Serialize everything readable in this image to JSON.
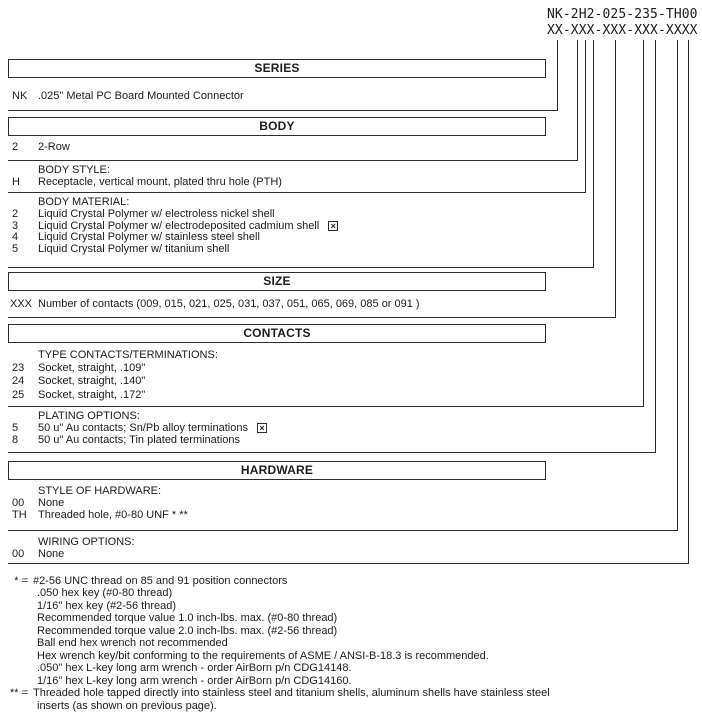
{
  "part_number": {
    "value": "NK-2H2-025-235-TH00",
    "mask": "XX-XXX-XXX-XXX-XXXX"
  },
  "icons": {
    "x_box": "×"
  },
  "sections": [
    {
      "title": "SERIES",
      "groups": [
        {
          "rows": [
            {
              "code": "NK",
              "desc": ".025\" Metal PC Board Mounted Connector"
            }
          ]
        }
      ]
    },
    {
      "title": "BODY",
      "groups": [
        {
          "rows": [
            {
              "code": "2",
              "desc": "2-Row"
            }
          ]
        },
        {
          "label": "BODY STYLE:",
          "rows": [
            {
              "code": "H",
              "desc": "Receptacle, vertical mount, plated thru hole (PTH)"
            }
          ]
        },
        {
          "label": "BODY MATERIAL:",
          "rows": [
            {
              "code": "2",
              "desc": "Liquid Crystal Polymer w/ electroless nickel shell"
            },
            {
              "code": "3",
              "desc": "Liquid Crystal Polymer w/ electrodeposited cadmium shell",
              "marker": "x-box"
            },
            {
              "code": "4",
              "desc": "Liquid Crystal Polymer w/ stainless steel shell"
            },
            {
              "code": "5",
              "desc": "Liquid Crystal Polymer w/ titanium shell"
            }
          ]
        }
      ]
    },
    {
      "title": "SIZE",
      "groups": [
        {
          "rows": [
            {
              "code": "XXX",
              "desc": "Number of contacts (009, 015, 021, 025, 031, 037, 051, 065, 069, 085 or 091 )"
            }
          ]
        }
      ]
    },
    {
      "title": "CONTACTS",
      "groups": [
        {
          "label": "TYPE CONTACTS/TERMINATIONS:",
          "rows": [
            {
              "code": "23",
              "desc": "Socket, straight, .109\""
            },
            {
              "code": "24",
              "desc": "Socket, straight, .140\""
            },
            {
              "code": "25",
              "desc": "Socket, straight, .172\""
            }
          ]
        },
        {
          "label": "PLATING OPTIONS:",
          "rows": [
            {
              "code": "5",
              "desc": "50 u\" Au contacts; Sn/Pb alloy terminations",
              "marker": "x-box"
            },
            {
              "code": "8",
              "desc": "50 u\" Au contacts; Tin plated terminations"
            }
          ]
        }
      ]
    },
    {
      "title": "HARDWARE",
      "groups": [
        {
          "label": "STYLE OF HARDWARE:",
          "rows": [
            {
              "code": "00",
              "desc": "None"
            },
            {
              "code": "TH",
              "desc": "Threaded hole, #0-80 UNF * **"
            }
          ]
        },
        {
          "label": "WIRING OPTIONS:",
          "rows": [
            {
              "code": "00",
              "desc": "None"
            }
          ]
        }
      ]
    }
  ],
  "footnotes": {
    "star_label": "* =",
    "star_lines": [
      "#2-56 UNC thread on 85 and 91 position connectors",
      ".050 hex key (#0-80 thread)",
      "1/16\" hex key (#2-56 thread)",
      "Recommended torque value 1.0 inch-lbs. max. (#0-80 thread)",
      "Recommended torque value 2.0 inch-lbs. max. (#2-56 thread)",
      "Ball end hex wrench not recommended",
      "Hex wrench key/bit conforming to the requirements of ASME / ANSI-B-18.3 is recommended.",
      ".050\" hex L-key long arm wrench - order AirBorn p/n CDG14148.",
      "1/16\" hex L-key long arm wrench - order AirBorn p/n CDG14160."
    ],
    "double_star_label": "** =",
    "double_star_lines": [
      "Threaded hole tapped directly into stainless steel and titanium shells, aluminum shells have stainless steel",
      "inserts (as shown on previous page)."
    ]
  }
}
